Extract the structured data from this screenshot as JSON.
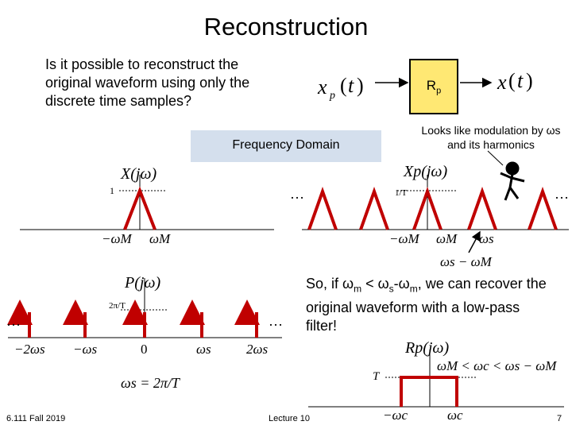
{
  "slide": {
    "title": "Reconstruction",
    "question": "Is it possible to reconstruct the original waveform using only the discrete time samples?",
    "frequency_domain_label": "Frequency Domain",
    "block": {
      "input": "x_p(t)",
      "label": "R",
      "label_sub": "p",
      "output": "x(t)"
    },
    "note": "Looks like modulation by ωs and its harmonics",
    "conclusion": {
      "p1": "So, if ω",
      "s1": "m",
      "p2": " < ω",
      "s2": "s",
      "p3": "-ω",
      "s3": "m",
      "p4": ", we can recover the original waveform with a low-pass filter!"
    },
    "footer": {
      "course": "6.111 Fall 2019",
      "lecture": "Lecture 10",
      "page": "7"
    }
  },
  "plots": {
    "X": {
      "label": "X(jω)",
      "height_label": "1",
      "ticks": [
        "−ωM",
        "ωM"
      ]
    },
    "P": {
      "label": "P(jω)",
      "height_label": "2π/T",
      "ticks": [
        "−2ωs",
        "−ωs",
        "0",
        "ωs",
        "2ωs"
      ],
      "ellipsis": "…",
      "equation": "ωs = 2π/T"
    },
    "Xp": {
      "label": "Xp(jω)",
      "height_label": "1/T",
      "ticks": [
        "−ωM",
        "ωM",
        "ωs",
        "ωs − ωM"
      ],
      "ellipsis": "…"
    },
    "Rp": {
      "label": "Rp(jω)",
      "height_label": "T",
      "ticks": [
        "−ωc",
        "ωc"
      ],
      "condition": "ωM < ωc < ωs − ωM"
    }
  },
  "colors": {
    "spectrum": "#c00000",
    "box_fill": "#ffe873",
    "freq_fill": "#d4dfed"
  },
  "icons": [
    "arrow-icon",
    "stick-figure-icon"
  ]
}
